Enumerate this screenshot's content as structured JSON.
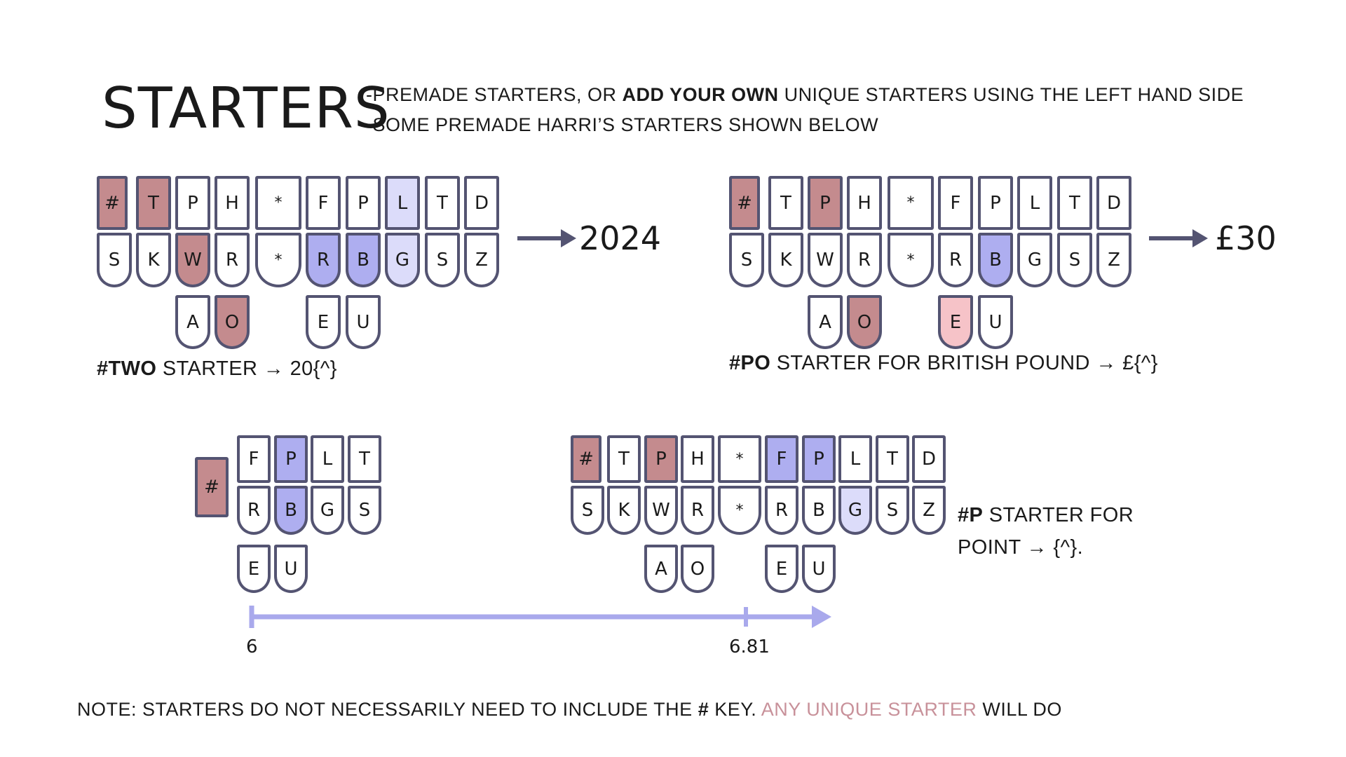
{
  "header": {
    "title": "STARTERS",
    "line1_a": "-PREMADE STARTERS, OR ",
    "line1_b": "ADD YOUR OWN",
    "line1_c": " UNIQUE STARTERS USING THE LEFT HAND SIDE",
    "line2": "-SOME PREMADE HARRI’S STARTERS SHOWN BELOW"
  },
  "colors": {
    "starter_rose": "#c48b8e",
    "periwinkle": "#aeaef0",
    "light_lavender": "#dcdcfa",
    "light_pink": "#f6c3c8",
    "key_border": "#545472",
    "note_highlight": "#c8919a"
  },
  "diagram1": {
    "top_row": [
      "#",
      "T",
      "P",
      "H",
      "*",
      "F",
      "P",
      "L",
      "T",
      "D"
    ],
    "bottom_row": [
      "S",
      "K",
      "W",
      "R",
      "*",
      "R",
      "B",
      "G",
      "S",
      "Z"
    ],
    "vowels": [
      "A",
      "O",
      "E",
      "U"
    ],
    "result": "2024",
    "caption_bold": "#TWO",
    "caption_rest": " STARTER → 20{^}"
  },
  "diagram2": {
    "top_row": [
      "#",
      "T",
      "P",
      "H",
      "*",
      "F",
      "P",
      "L",
      "T",
      "D"
    ],
    "bottom_row": [
      "S",
      "K",
      "W",
      "R",
      "*",
      "R",
      "B",
      "G",
      "S",
      "Z"
    ],
    "vowels": [
      "A",
      "O",
      "E",
      "U"
    ],
    "result": "£30",
    "caption_bold": "#PO",
    "caption_rest": " STARTER FOR BRITISH POUND → £{^}"
  },
  "diagram3": {
    "number_key": "#",
    "top_row": [
      "F",
      "P",
      "L",
      "T"
    ],
    "bottom_row": [
      "R",
      "B",
      "G",
      "S"
    ],
    "vowels": [
      "E",
      "U"
    ]
  },
  "diagram4": {
    "top_row": [
      "#",
      "T",
      "P",
      "H",
      "*",
      "F",
      "P",
      "L",
      "T",
      "D"
    ],
    "bottom_row": [
      "S",
      "K",
      "W",
      "R",
      "*",
      "R",
      "B",
      "G",
      "S",
      "Z"
    ],
    "vowels": [
      "A",
      "O",
      "E",
      "U"
    ],
    "caption_bold": "#P",
    "caption_rest1": " STARTER FOR",
    "caption_rest2": "POINT → {^}."
  },
  "scale": {
    "start_label": "6",
    "end_label": "6.81"
  },
  "note": {
    "text_a": "NOTE: STARTERS DO NOT NECESSARILY NEED TO INCLUDE THE ",
    "text_b": "#",
    "text_c": " KEY. ",
    "highlight": "ANY UNIQUE STARTER",
    "text_d": " WILL DO"
  }
}
